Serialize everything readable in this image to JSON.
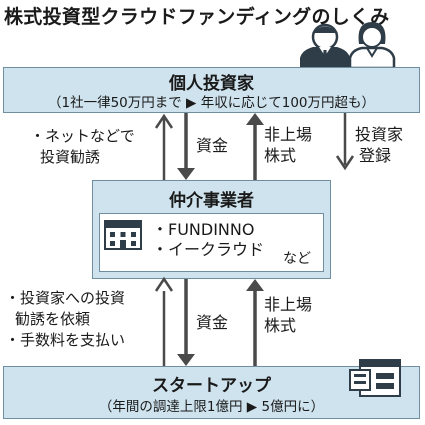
{
  "title": "株式投資型クラウドファンディングのしくみ",
  "investor": {
    "heading": "個人投資家",
    "condition": "（1社一律50万円まで ▶ 年収に応じて100万円超も）"
  },
  "flows_top": {
    "left_note": [
      "・ネットなどで",
      "投資勧誘"
    ],
    "capital": "資金",
    "shares": [
      "非上場",
      "株式"
    ],
    "registration": [
      "投資家",
      "登録"
    ]
  },
  "broker": {
    "heading": "仲介事業者",
    "platforms": [
      "・FUNDINNO",
      "・イークラウド"
    ],
    "etc": "など"
  },
  "flows_bottom": {
    "left_notes": [
      "・投資家への投資",
      "勧誘を依頼",
      "・手数料を支払い"
    ],
    "capital": "資金",
    "shares": [
      "非上場",
      "株式"
    ]
  },
  "startup": {
    "heading": "スタートアップ",
    "condition": "（年間の調達上限1億円 ▶ 5億円に）"
  },
  "colors": {
    "box_fill": "#cfe3ee",
    "border": "#6f8fa0",
    "arrow": "#4a4a4a",
    "icon_dark": "#2f3d48"
  }
}
